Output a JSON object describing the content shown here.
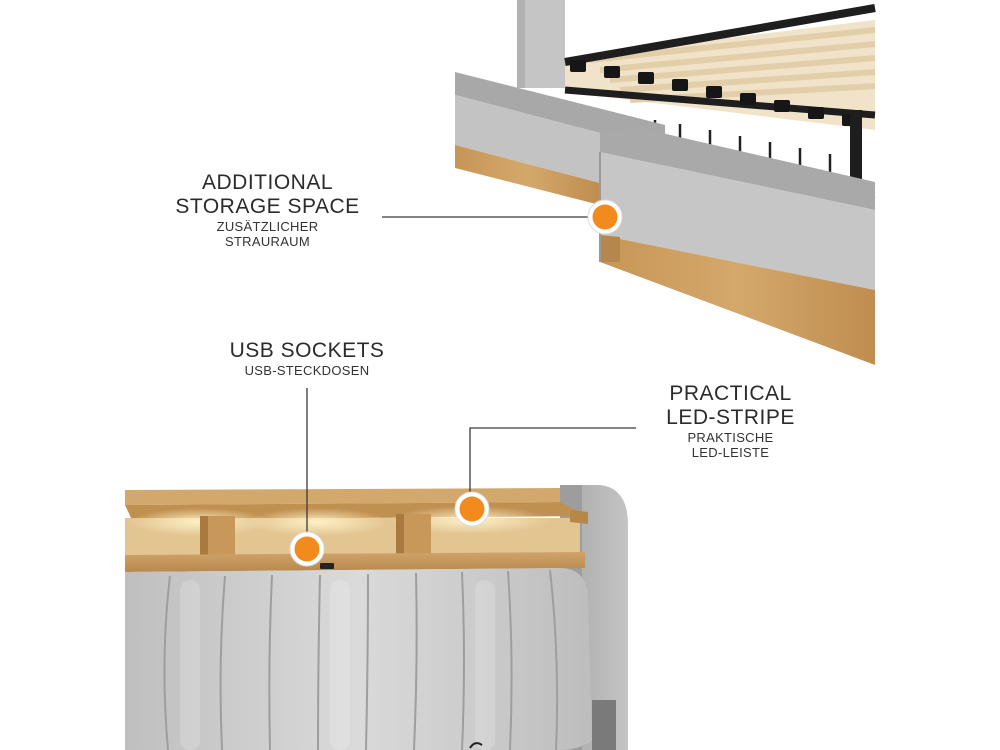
{
  "features": {
    "storage": {
      "title_line1": "ADDITIONAL",
      "title_line2": "STORAGE SPACE",
      "subtitle_line1": "ZUSÄTZLICHER",
      "subtitle_line2": "STRAURAUM"
    },
    "usb": {
      "title_line1": "USB SOCKETS",
      "subtitle_line1": "USB-STECKDOSEN"
    },
    "led": {
      "title_line1": "PRACTICAL",
      "title_line2": "LED-STRIPE",
      "subtitle_line1": "PRAKTISCHE",
      "subtitle_line2": "LED-LEISTE"
    }
  },
  "colors": {
    "marker": "#f28a1e",
    "upholstery": "#c9c9c9",
    "wood": "#c99a5b",
    "frame": "#1e1e1e"
  }
}
